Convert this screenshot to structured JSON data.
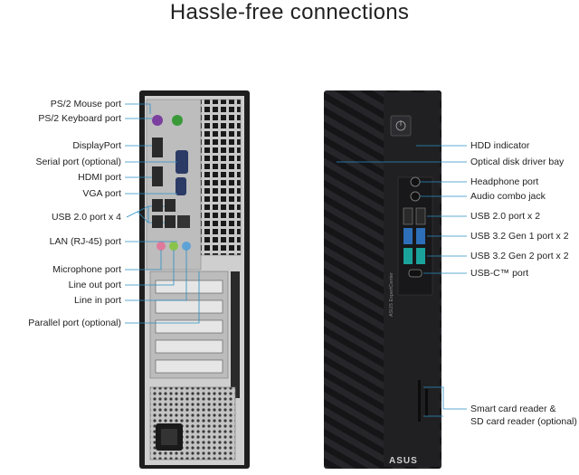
{
  "title": "Hassle-free connections",
  "rear_labels": [
    "PS/2 Mouse port",
    "PS/2 Keyboard port",
    "DisplayPort",
    "Serial port (optional)",
    "HDMI port",
    "VGA port",
    "USB 2.0 port x 4",
    "LAN (RJ-45) port",
    "Microphone port",
    "Line out port",
    "Line in port",
    "Parallel port (optional)"
  ],
  "front_labels": [
    "HDD indicator",
    "Optical disk driver bay",
    "Headphone port",
    "Audio combo jack",
    "USB 2.0 port x 2",
    "USB 3.2 Gen 1 port x 2",
    "USB 3.2 Gen 2 port x 2",
    "USB-C™ port",
    "Smart card reader  &",
    "SD card reader (optional)"
  ],
  "front_panel_brand": "ASUS",
  "front_panel_side_text": "ASUS ExpertCenter",
  "colors": {
    "leader_line": "#2a8fc4",
    "case_black": "#1c1c1e",
    "rear_panel": "#c9c9c9",
    "usb3_blue": "#2d6fb8",
    "usb3_teal": "#1aa39a"
  }
}
